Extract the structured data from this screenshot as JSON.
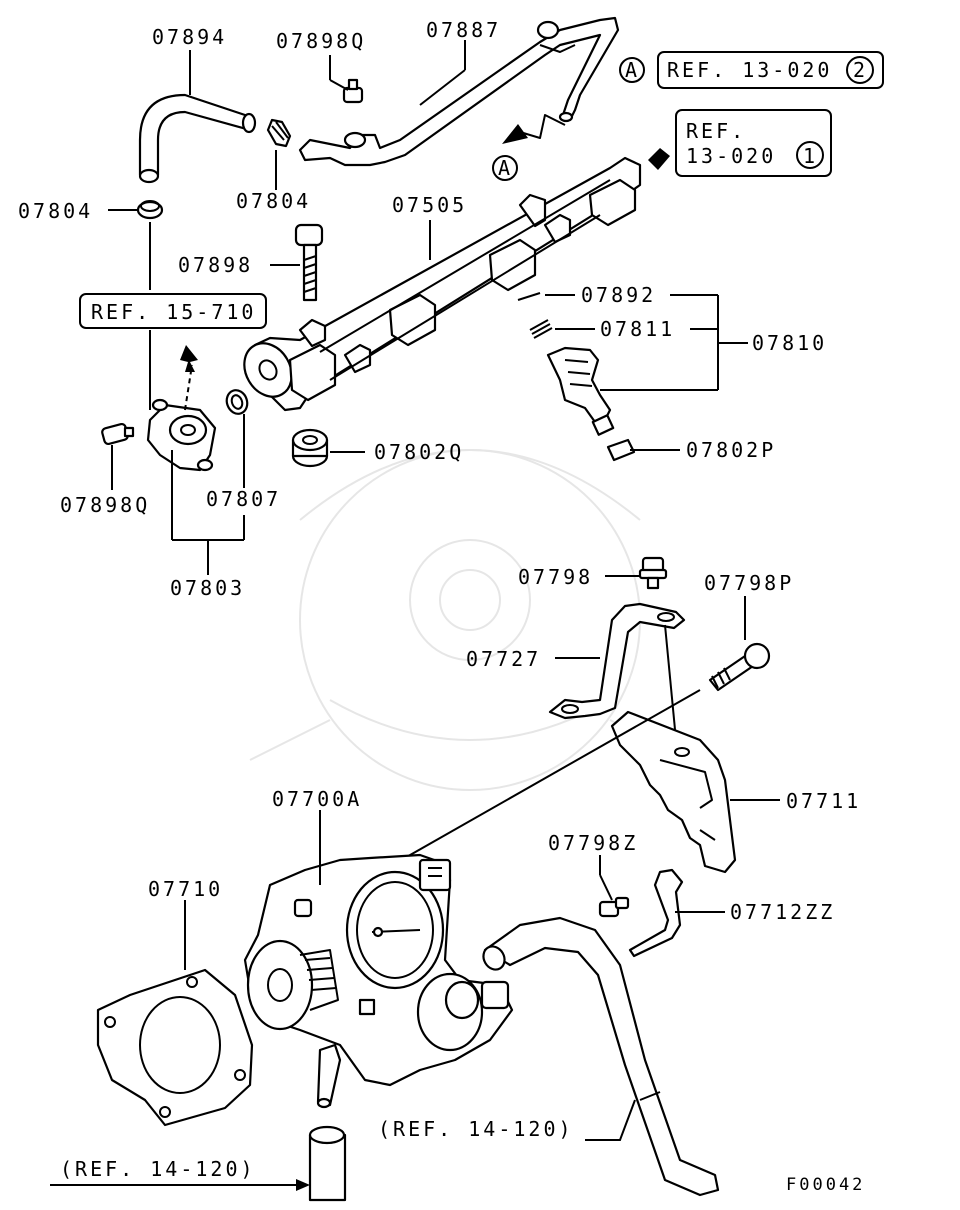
{
  "labels": {
    "p07894": "07894",
    "p07898Q_top": "07898Q",
    "p07887": "07887",
    "ref13020_2_text": "REF. 13-020",
    "ref13020_2_num": "2",
    "ref13020_1_line1": "REF.",
    "ref13020_1_line2": "13-020",
    "ref13020_1_num": "1",
    "markerA_top": "A",
    "markerA_mid": "A",
    "p07804_left": "07804",
    "p07804_mid": "07804",
    "p07505": "07505",
    "p07898": "07898",
    "ref15710": "REF. 15-710",
    "p07892": "07892",
    "p07811": "07811",
    "p07810": "07810",
    "p07802Q": "07802Q",
    "p07802P": "07802P",
    "p07898Q_left": "07898Q",
    "p07807": "07807",
    "p07803": "07803",
    "p07798": "07798",
    "p07798P": "07798P",
    "p07727": "07727",
    "p07711": "07711",
    "p07700A": "07700A",
    "p07710": "07710",
    "p07798Z": "07798Z",
    "p07712ZZ": "07712ZZ",
    "ref14120_mid": "(REF. 14-120)",
    "ref14120_bottom": "(REF. 14-120)",
    "code": "F00042"
  }
}
